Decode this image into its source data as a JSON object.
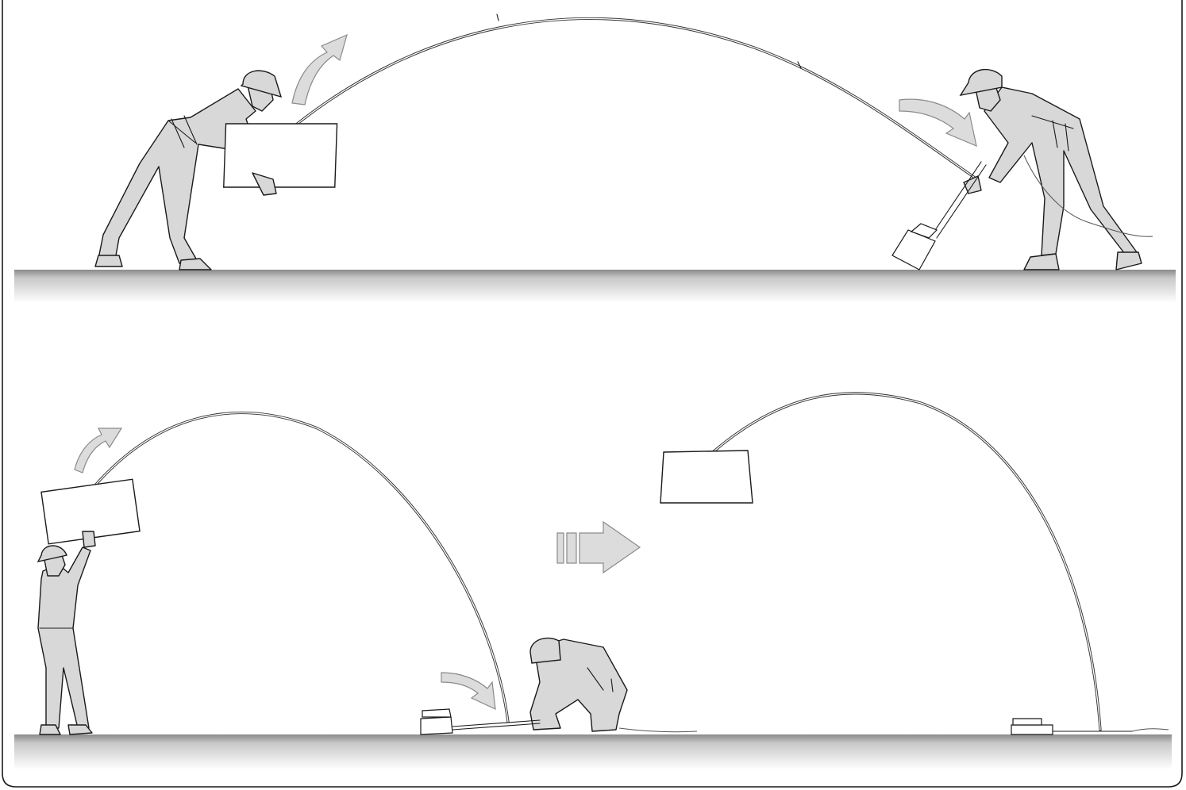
{
  "panels": [
    {
      "id": "top",
      "scene": "two-person-carry-and-plant"
    },
    {
      "id": "bottom",
      "scene": "raise-and-plant-result"
    }
  ],
  "icons": [
    "curved-arrow-icon",
    "next-step-arrow-icon"
  ],
  "colors": {
    "frame": "#1a1a1a",
    "clothing": "#d8d8d8",
    "arrow_fill": "#dcdcdc",
    "ground_shadow": "#9a9a9a"
  }
}
